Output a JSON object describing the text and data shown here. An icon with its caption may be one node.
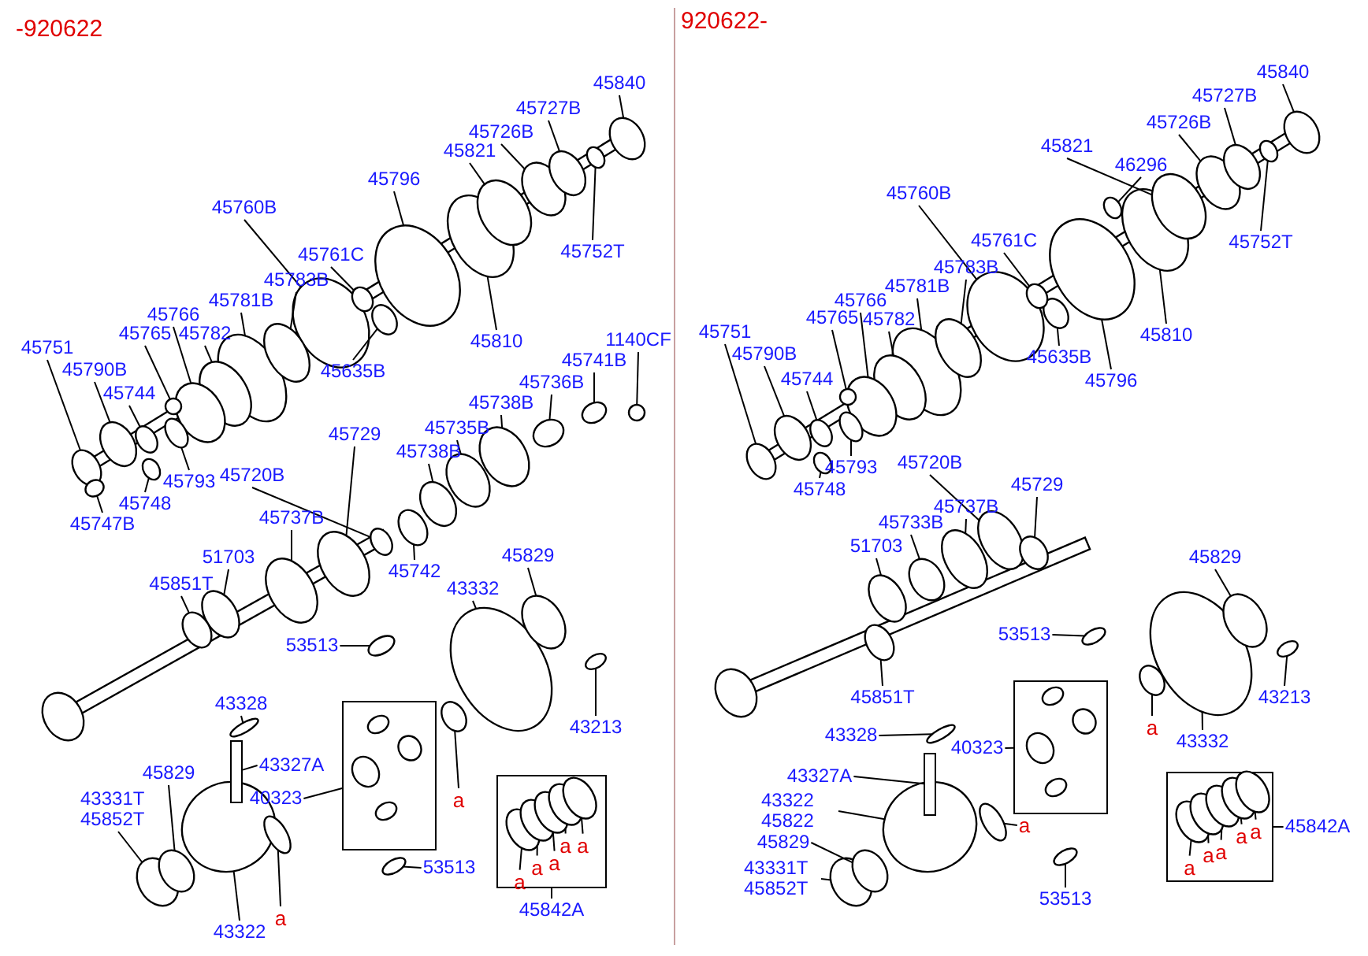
{
  "diagram": {
    "nodes": [
      {
        "text": [
          "45840"
        ]
      },
      {
        "text": [
          "45727B"
        ]
      },
      {
        "text": [
          "45726B"
        ]
      },
      {
        "text": [
          "45821"
        ]
      },
      {
        "text": [
          "45796"
        ]
      },
      {
        "text": [
          "45752T"
        ]
      },
      {
        "text": [
          "45760B"
        ]
      },
      {
        "text": [
          "45761C"
        ]
      },
      {
        "text": [
          "45783B"
        ]
      },
      {
        "text": [
          "45781B"
        ]
      },
      {
        "text": [
          "45766"
        ]
      },
      {
        "text": [
          "45765"
        ]
      },
      {
        "text": [
          "45782"
        ]
      },
      {
        "text": [
          "45751"
        ]
      },
      {
        "text": [
          "45790B"
        ]
      },
      {
        "text": [
          "45744"
        ]
      },
      {
        "text": [
          "45635B"
        ]
      },
      {
        "text": [
          "45810"
        ]
      },
      {
        "text": [
          "1140CF"
        ]
      },
      {
        "text": [
          "45741B"
        ]
      },
      {
        "text": [
          "45736B"
        ]
      },
      {
        "text": [
          "45738B"
        ]
      },
      {
        "text": [
          "45735B"
        ]
      },
      {
        "text": [
          "45738B"
        ]
      },
      {
        "text": [
          "45729"
        ]
      },
      {
        "text": [
          "45793"
        ]
      },
      {
        "text": [
          "45720B"
        ]
      },
      {
        "text": [
          "45748"
        ]
      },
      {
        "text": [
          "45747B"
        ]
      },
      {
        "text": [
          "45737B"
        ]
      },
      {
        "text": [
          "51703"
        ]
      },
      {
        "text": [
          "45851T"
        ]
      },
      {
        "text": [
          "45742"
        ]
      },
      {
        "text": [
          "45829"
        ]
      },
      {
        "text": [
          "43332"
        ]
      },
      {
        "text": [
          "53513"
        ]
      },
      {
        "text": [
          "43213"
        ]
      },
      {
        "text": [
          "43328"
        ]
      },
      {
        "text": [
          "43327A"
        ]
      },
      {
        "text": [
          "40323"
        ]
      },
      {
        "text": [
          "45829"
        ]
      },
      {
        "text": [
          "43331T 45852T"
        ]
      },
      {
        "text": [
          "43322"
        ]
      },
      {
        "text": [
          "53513"
        ]
      },
      {
        "text": [
          "45842A"
        ]
      },
      {
        "text": [
          "a"
        ]
      },
      {
        "text": [
          "a"
        ]
      },
      {
        "text": [
          "a"
        ],
        "in": 142
      },
      {
        "text": [
          "a"
        ],
        "in": 142
      },
      {
        "text": [
          "a"
        ],
        "in": 142
      },
      {
        "text": [
          "a"
        ],
        "in": 142
      },
      {
        "text": [
          "a"
        ],
        "in": 142
      },
      {
        "text": [
          "45840"
        ]
      },
      {
        "text": [
          "45727B"
        ]
      },
      {
        "text": [
          "45726B"
        ]
      },
      {
        "text": [
          "45821"
        ]
      },
      {
        "text": [
          "46296"
        ]
      },
      {
        "text": [
          "45752T"
        ]
      },
      {
        "text": [
          "45760B"
        ]
      },
      {
        "text": [
          "45761C"
        ]
      },
      {
        "text": [
          "45783B"
        ]
      },
      {
        "text": [
          "45781B"
        ]
      },
      {
        "text": [
          "45766"
        ]
      },
      {
        "text": [
          "45765"
        ]
      },
      {
        "text": [
          "45782"
        ]
      },
      {
        "text": [
          "45751"
        ]
      },
      {
        "text": [
          "45790B"
        ]
      },
      {
        "text": [
          "45744"
        ]
      },
      {
        "text": [
          "45635B"
        ]
      },
      {
        "text": [
          "45810"
        ]
      },
      {
        "text": [
          "45796"
        ]
      },
      {
        "text": [
          "45793"
        ]
      },
      {
        "text": [
          "45720B"
        ]
      },
      {
        "text": [
          "45748"
        ]
      },
      {
        "text": [
          "45729"
        ]
      },
      {
        "text": [
          "45737B"
        ]
      },
      {
        "text": [
          "45733B"
        ]
      },
      {
        "text": [
          "51703"
        ]
      },
      {
        "text": [
          "45851T"
        ]
      },
      {
        "text": [
          "53513"
        ]
      },
      {
        "text": [
          "45829"
        ]
      },
      {
        "text": [
          "43213"
        ]
      },
      {
        "text": [
          "43332"
        ]
      },
      {
        "text": [
          "a"
        ]
      },
      {
        "text": [
          "43328"
        ]
      },
      {
        "text": [
          "40323"
        ]
      },
      {
        "text": [
          "43327A"
        ]
      },
      {
        "text": [
          "43322 45822"
        ]
      },
      {
        "text": [
          "a"
        ]
      },
      {
        "text": [
          "45829"
        ]
      },
      {
        "text": [
          "43331T 45852T"
        ]
      },
      {
        "text": [
          "53513"
        ]
      },
      {
        "text": [
          "45842A"
        ]
      },
      {
        "text": [
          "a"
        ],
        "in": 190
      },
      {
        "text": [
          "a"
        ],
        "in": 190
      },
      {
        "text": [
          "a"
        ],
        "in": 190
      },
      {
        "text": [
          "a"
        ],
        "in": 190
      },
      {
        "text": [
          "a"
        ],
        "in": 190
      },
      {
        "text": [],
        "shape": "circle"
      },
      {
        "text": [],
        "shape": "circle"
      },
      {
        "text": [],
        "shape": "circle"
      },
      {
        "text": [],
        "shape": "circle"
      },
      {
        "text": [],
        "shape": "circle"
      },
      {
        "text": [],
        "shape": "circle"
      },
      {
        "text": [],
        "shape": "circle"
      },
      {
        "text": [],
        "shape": "circle"
      },
      {
        "text": [],
        "shape": "circle"
      },
      {
        "text": [],
        "shape": "circle"
      },
      {
        "text": [],
        "shape": "circle"
      },
      {
        "text": [],
        "shape": "circle"
      },
      {
        "text": [],
        "shape": "circle"
      },
      {
        "text": [],
        "shape": "circle"
      },
      {
        "text": [],
        "shape": "circle"
      },
      {
        "text": [],
        "shape": "circle"
      },
      {
        "text": [],
        "shape": "circle"
      },
      {
        "text": [],
        "shape": "circle"
      },
      {
        "text": [],
        "shape": "circle"
      },
      {
        "text": [],
        "shape": "circle"
      },
      {
        "text": [],
        "shape": "circle"
      },
      {
        "text": [],
        "shape": "circle"
      },
      {
        "text": [],
        "shape": "circle"
      },
      {
        "text": [],
        "shape": "circle"
      },
      {
        "text": [],
        "shape": "circle"
      },
      {
        "text": [],
        "shape": "circle"
      },
      {
        "text": [],
        "shape": "circle"
      },
      {
        "text": [],
        "shape": "circle"
      },
      {
        "text": [],
        "shape": "circle"
      },
      {
        "text": [],
        "shape": "circle"
      },
      {
        "text": [],
        "shape": "circle"
      },
      {
        "text": [],
        "shape": "circle"
      },
      {
        "text": [],
        "shape": "circle"
      },
      {
        "text": [],
        "shape": "circle"
      },
      {
        "text": [],
        "shape": "circle"
      },
      {
        "text": [],
        "shape": "circle"
      },
      {
        "text": [],
        "shape": "circle"
      },
      {
        "text": [],
        "shape": "circle"
      },
      {
        "text": [],
        "shape": "box"
      },
      {
        "text": [],
        "shape": "box"
      },
      {
        "text": [],
        "shape": "circle"
      },
      {
        "text": [],
        "shape": "circle"
      },
      {
        "text": [],
        "shape": "circle"
      },
      {
        "text": [],
        "shape": "circle"
      },
      {
        "text": [],
        "shape": "box"
      },
      {
        "text": [],
        "shape": "circle"
      },
      {
        "text": [],
        "shape": "circle"
      },
      {
        "text": [],
        "shape": "circle",
        "in": 142
      },
      {
        "text": [],
        "shape": "circle",
        "in": 142
      },
      {
        "text": [],
        "shape": "circle",
        "in": 142
      },
      {
        "text": [],
        "shape": "circle",
        "in": 142
      },
      {
        "text": [],
        "shape": "circle",
        "in": 142
      },
      {
        "text": [],
        "shape": "circle"
      },
      {
        "text": [],
        "shape": "circle"
      },
      {
        "text": [],
        "shape": "circle"
      },
      {
        "text": [],
        "shape": "circle"
      },
      {
        "text": [],
        "shape": "circle"
      },
      {
        "text": [],
        "shape": "circle"
      },
      {
        "text": [],
        "shape": "circle"
      },
      {
        "text": [],
        "shape": "circle"
      },
      {
        "text": [],
        "shape": "circle"
      },
      {
        "text": [],
        "shape": "circle"
      },
      {
        "text": [],
        "shape": "circle"
      },
      {
        "text": [],
        "shape": "circle"
      },
      {
        "text": [],
        "shape": "circle"
      },
      {
        "text": [],
        "shape": "circle"
      },
      {
        "text": [],
        "shape": "circle"
      },
      {
        "text": [],
        "shape": "circle"
      },
      {
        "text": [],
        "shape": "circle"
      },
      {
        "text": [],
        "shape": "circle"
      },
      {
        "text": [],
        "shape": "circle"
      },
      {
        "text": [],
        "shape": "circle"
      },
      {
        "text": [],
        "shape": "circle"
      },
      {
        "text": [],
        "shape": "circle"
      },
      {
        "text": [],
        "shape": "circle"
      },
      {
        "text": [],
        "shape": "circle"
      },
      {
        "text": [],
        "shape": "circle"
      },
      {
        "text": [],
        "shape": "circle"
      },
      {
        "text": [],
        "shape": "circle"
      },
      {
        "text": [],
        "shape": "circle"
      },
      {
        "text": [],
        "shape": "circle"
      },
      {
        "text": [],
        "shape": "circle"
      },
      {
        "text": [],
        "shape": "circle"
      },
      {
        "text": [],
        "shape": "circle"
      },
      {
        "text": [],
        "shape": "circle"
      },
      {
        "text": [],
        "shape": "box"
      },
      {
        "text": [],
        "shape": "box"
      },
      {
        "text": [],
        "shape": "circle"
      },
      {
        "text": [],
        "shape": "circle"
      },
      {
        "text": [],
        "shape": "circle"
      },
      {
        "text": [],
        "shape": "circle"
      },
      {
        "text": [],
        "shape": "circle"
      },
      {
        "text": [],
        "shape": "box"
      },
      {
        "text": [],
        "shape": "circle",
        "in": 190
      },
      {
        "text": [],
        "shape": "circle",
        "in": 190
      },
      {
        "text": [],
        "shape": "circle",
        "in": 190
      },
      {
        "text": [],
        "shape": "circle",
        "in": 190
      },
      {
        "text": [],
        "shape": "circle",
        "in": 190
      }
    ],
    "edges": [
      {
        "from": 0,
        "to": 98,
        "arrow": "none"
      },
      {
        "from": 1,
        "to": 99,
        "arrow": "none"
      },
      {
        "from": 2,
        "to": 100,
        "arrow": "none"
      },
      {
        "from": 3,
        "to": 101,
        "arrow": "none"
      },
      {
        "from": 4,
        "to": 102,
        "arrow": "none"
      },
      {
        "from": 5,
        "to": 103,
        "arrow": "none"
      },
      {
        "from": 6,
        "to": 104,
        "arrow": "none"
      },
      {
        "from": 7,
        "to": 105,
        "arrow": "none"
      },
      {
        "from": 8,
        "to": 106,
        "arrow": "none"
      },
      {
        "from": 9,
        "to": 107,
        "arrow": "none"
      },
      {
        "from": 10,
        "to": 108,
        "arrow": "none"
      },
      {
        "from": 11,
        "to": 109,
        "arrow": "none"
      },
      {
        "from": 12,
        "to": 110,
        "arrow": "none"
      },
      {
        "from": 13,
        "to": 111,
        "arrow": "none"
      },
      {
        "from": 14,
        "to": 112,
        "arrow": "none"
      },
      {
        "from": 15,
        "to": 113,
        "arrow": "none"
      },
      {
        "from": 16,
        "to": 114,
        "arrow": "none"
      },
      {
        "from": 17,
        "to": 115,
        "arrow": "none"
      },
      {
        "from": 18,
        "to": 116,
        "arrow": "none"
      },
      {
        "from": 19,
        "to": 117,
        "arrow": "none"
      },
      {
        "from": 20,
        "to": 118,
        "arrow": "none"
      },
      {
        "from": 21,
        "to": 119,
        "arrow": "none"
      },
      {
        "from": 22,
        "to": 120,
        "arrow": "none"
      },
      {
        "from": 23,
        "to": 121,
        "arrow": "none"
      },
      {
        "from": 24,
        "to": 122,
        "arrow": "none"
      },
      {
        "from": 25,
        "to": 123,
        "arrow": "none"
      },
      {
        "from": 26,
        "to": 124,
        "arrow": "none"
      },
      {
        "from": 27,
        "to": 125,
        "arrow": "none"
      },
      {
        "from": 28,
        "to": 126,
        "arrow": "none"
      },
      {
        "from": 29,
        "to": 127,
        "arrow": "none"
      },
      {
        "from": 30,
        "to": 128,
        "arrow": "none"
      },
      {
        "from": 31,
        "to": 129,
        "arrow": "none"
      },
      {
        "from": 32,
        "to": 130,
        "arrow": "none"
      },
      {
        "from": 33,
        "to": 131,
        "arrow": "none"
      },
      {
        "from": 34,
        "to": 132,
        "arrow": "none"
      },
      {
        "from": 35,
        "to": 133,
        "arrow": "none"
      },
      {
        "from": 36,
        "to": 134,
        "arrow": "none"
      },
      {
        "from": 37,
        "to": 135,
        "arrow": "none"
      },
      {
        "from": 38,
        "to": 136,
        "arrow": "none"
      },
      {
        "from": 39,
        "to": 137,
        "arrow": "none"
      },
      {
        "from": 40,
        "to": 138,
        "arrow": "none"
      },
      {
        "from": 41,
        "to": 139,
        "arrow": "none"
      },
      {
        "from": 42,
        "to": 140,
        "arrow": "none"
      },
      {
        "from": 43,
        "to": 141,
        "arrow": "none"
      },
      {
        "from": 44,
        "to": 142,
        "arrow": "none"
      },
      {
        "from": 45,
        "to": 143,
        "arrow": "none"
      },
      {
        "from": 46,
        "to": 144,
        "arrow": "none"
      },
      {
        "from": 47,
        "to": 145,
        "arrow": "none"
      },
      {
        "from": 48,
        "to": 146,
        "arrow": "none"
      },
      {
        "from": 49,
        "to": 147,
        "arrow": "none"
      },
      {
        "from": 50,
        "to": 148,
        "arrow": "none"
      },
      {
        "from": 51,
        "to": 149,
        "arrow": "none"
      },
      {
        "from": 52,
        "to": 150,
        "arrow": "none"
      },
      {
        "from": 53,
        "to": 151,
        "arrow": "none"
      },
      {
        "from": 54,
        "to": 152,
        "arrow": "none"
      },
      {
        "from": 55,
        "to": 153,
        "arrow": "none"
      },
      {
        "from": 56,
        "to": 154,
        "arrow": "none"
      },
      {
        "from": 57,
        "to": 155,
        "arrow": "none"
      },
      {
        "from": 58,
        "to": 156,
        "arrow": "none"
      },
      {
        "from": 59,
        "to": 157,
        "arrow": "none"
      },
      {
        "from": 60,
        "to": 158,
        "arrow": "none"
      },
      {
        "from": 61,
        "to": 159,
        "arrow": "none"
      },
      {
        "from": 62,
        "to": 160,
        "arrow": "none"
      },
      {
        "from": 63,
        "to": 161,
        "arrow": "none"
      },
      {
        "from": 64,
        "to": 162,
        "arrow": "none"
      },
      {
        "from": 65,
        "to": 163,
        "arrow": "none"
      },
      {
        "from": 66,
        "to": 164,
        "arrow": "none"
      },
      {
        "from": 67,
        "to": 165,
        "arrow": "none"
      },
      {
        "from": 68,
        "to": 166,
        "arrow": "none"
      },
      {
        "from": 69,
        "to": 167,
        "arrow": "none"
      },
      {
        "from": 70,
        "to": 168,
        "arrow": "none"
      },
      {
        "from": 71,
        "to": 169,
        "arrow": "none"
      },
      {
        "from": 72,
        "to": 170,
        "arrow": "none"
      },
      {
        "from": 73,
        "to": 171,
        "arrow": "none"
      },
      {
        "from": 74,
        "to": 172,
        "arrow": "none"
      },
      {
        "from": 75,
        "to": 173,
        "arrow": "none"
      },
      {
        "from": 76,
        "to": 174,
        "arrow": "none"
      },
      {
        "from": 77,
        "to": 175,
        "arrow": "none"
      },
      {
        "from": 78,
        "to": 176,
        "arrow": "none"
      },
      {
        "from": 79,
        "to": 177,
        "arrow": "none"
      },
      {
        "from": 80,
        "to": 178,
        "arrow": "none"
      },
      {
        "from": 81,
        "to": 179,
        "arrow": "none"
      },
      {
        "from": 82,
        "to": 180,
        "arrow": "none"
      },
      {
        "from": 83,
        "to": 181,
        "arrow": "none"
      },
      {
        "from": 84,
        "to": 182,
        "arrow": "none"
      },
      {
        "from": 85,
        "to": 183,
        "arrow": "none"
      },
      {
        "from": 86,
        "to": 184,
        "arrow": "none"
      },
      {
        "from": 87,
        "to": 185,
        "arrow": "none"
      },
      {
        "from": 88,
        "to": 186,
        "arrow": "none"
      },
      {
        "from": 89,
        "to": 187,
        "arrow": "none"
      },
      {
        "from": 90,
        "to": 188,
        "arrow": "none"
      },
      {
        "from": 91,
        "to": 189,
        "arrow": "none"
      },
      {
        "from": 92,
        "to": 190,
        "arrow": "none"
      },
      {
        "from": 93,
        "to": 191,
        "arrow": "none"
      },
      {
        "from": 94,
        "to": 192,
        "arrow": "none"
      },
      {
        "from": 95,
        "to": 193,
        "arrow": "none"
      },
      {
        "from": 96,
        "to": 194,
        "arrow": "none"
      },
      {
        "from": 97,
        "to": 195,
        "arrow": "none"
      }
    ],
    "labels": [
      "-920622",
      "920622-"
    ]
  }
}
